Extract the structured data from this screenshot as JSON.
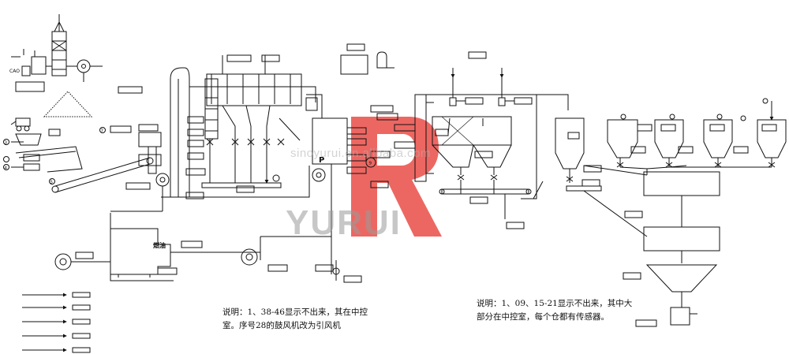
{
  "notes": {
    "left_line1": "说明：1、38-46显示不出来，其在中控",
    "left_line2": "室。序号28的鼓风机改为引风机",
    "right_line1": "说明：1、09、15-21显示不出来，其中大",
    "right_line2": "部分在中控室，每个仓都有传感器。"
  },
  "watermark": {
    "url": "sinoyurui.en.alibaba.com",
    "brand": "YURUI",
    "logo_letter": "R",
    "logo_color": "#e8413b"
  },
  "labels": {
    "cao": "CAO",
    "burner": "燃油",
    "circle_3": "3",
    "circle_4": "4",
    "circle_5": "5",
    "circle_7": "7",
    "circle_9": "9",
    "letter_p": "P"
  },
  "legend": {
    "count": 5
  }
}
